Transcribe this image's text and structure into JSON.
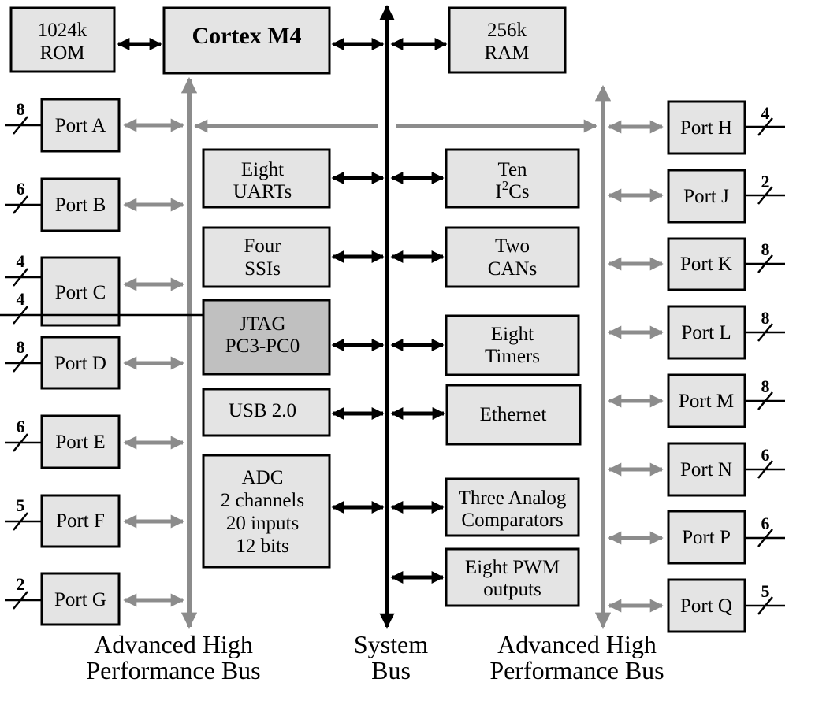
{
  "colors": {
    "block_fill": "#e4e4e4",
    "jtag_fill": "#c0c0c0",
    "ahb_arrow": "#8c8c8c",
    "system_bus": "#000000"
  },
  "core": {
    "rom": [
      "1024k",
      "ROM"
    ],
    "cpu": "Cortex M4",
    "ram": [
      "256k",
      "RAM"
    ]
  },
  "peripherals": {
    "uarts": [
      "Eight",
      "UARTs"
    ],
    "i2cs_top": "Ten",
    "i2cs_i": "I",
    "i2cs_sup": "2",
    "i2cs_rest": "Cs",
    "ssis": [
      "Four",
      "SSIs"
    ],
    "cans": [
      "Two",
      "CANs"
    ],
    "jtag": [
      "JTAG",
      "PC3-PC0"
    ],
    "timers": [
      "Eight",
      "Timers"
    ],
    "usb": "USB 2.0",
    "ethernet": "Ethernet",
    "adc": [
      "ADC",
      "2 channels",
      "20 inputs",
      "12 bits"
    ],
    "comparators": [
      "Three Analog",
      "Comparators"
    ],
    "pwm": [
      "Eight PWM",
      "outputs"
    ]
  },
  "left_ports": [
    {
      "name": "Port A",
      "width": "8"
    },
    {
      "name": "Port B",
      "width": "6"
    },
    {
      "name": "Port C",
      "widths": [
        "4",
        "4"
      ]
    },
    {
      "name": "Port D",
      "width": "8"
    },
    {
      "name": "Port E",
      "width": "6"
    },
    {
      "name": "Port F",
      "width": "5"
    },
    {
      "name": "Port G",
      "width": "2"
    }
  ],
  "right_ports": [
    {
      "name": "Port H",
      "width": "4"
    },
    {
      "name": "Port J",
      "width": "2"
    },
    {
      "name": "Port K",
      "width": "8"
    },
    {
      "name": "Port L",
      "width": "8"
    },
    {
      "name": "Port M",
      "width": "8"
    },
    {
      "name": "Port N",
      "width": "6"
    },
    {
      "name": "Port P",
      "width": "6"
    },
    {
      "name": "Port Q",
      "width": "5"
    }
  ],
  "bus_labels": {
    "ahb_left": [
      "Advanced High",
      "Performance Bus"
    ],
    "system": [
      "System",
      "Bus"
    ],
    "ahb_right": [
      "Advanced High",
      "Performance Bus"
    ]
  }
}
